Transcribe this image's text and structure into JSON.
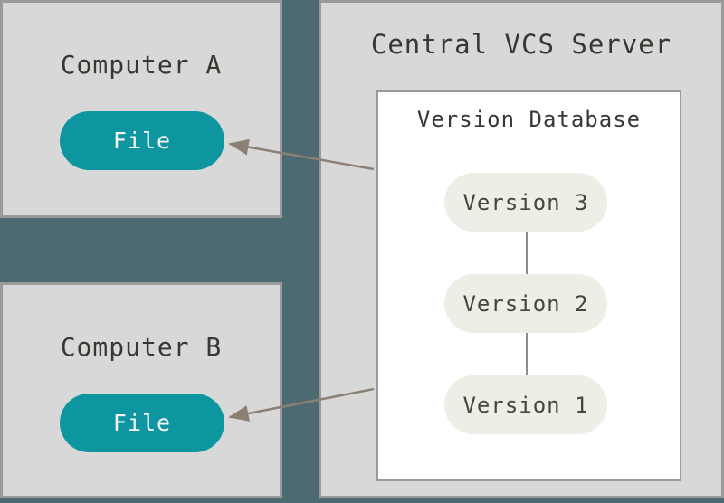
{
  "diagram": {
    "title_semantic": "Centralized version control diagram",
    "computer_a": {
      "title": "Computer A",
      "file_label": "File"
    },
    "computer_b": {
      "title": "Computer B",
      "file_label": "File"
    },
    "server": {
      "title": "Central VCS Server",
      "database": {
        "title": "Version Database",
        "versions": [
          "Version 3",
          "Version 2",
          "Version 1"
        ]
      }
    }
  },
  "colors": {
    "background_teal": "#4d6a72",
    "panel_fill": "#d8d8d8",
    "panel_border": "#9a9a9a",
    "file_pill_fill": "#0e96a0",
    "file_pill_text": "#f5f5f5",
    "version_pill_fill": "#edeee5",
    "dark_text": "#3a3733",
    "arrow": "#8b8173"
  }
}
